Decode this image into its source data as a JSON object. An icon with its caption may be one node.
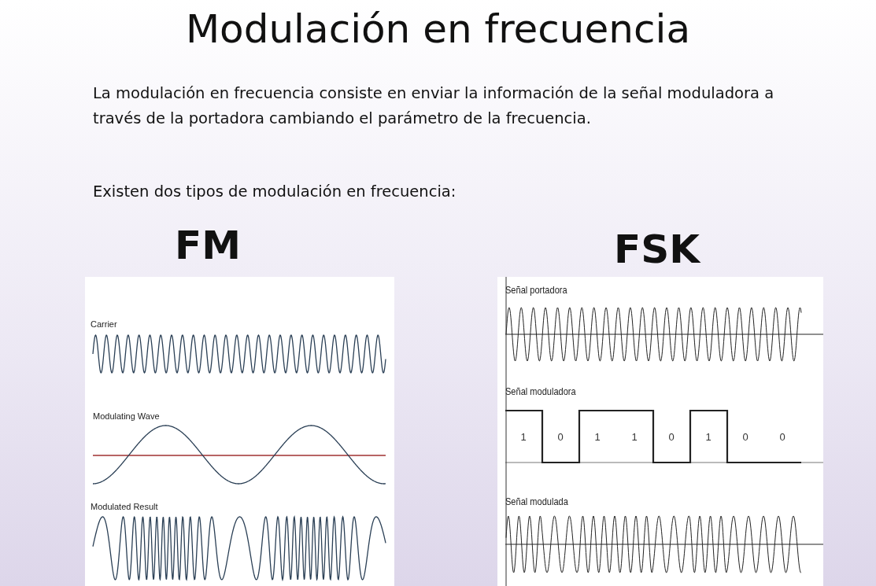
{
  "diagram": {
    "title": "Modulación en frecuencia",
    "labels": [
      "La modulación en frecuencia consiste en enviar la información de la señal moduladora a través de la portadora  cambiando el parámetro de la frecuencia.",
      "Existen dos tipos de modulación en frecuencia:",
      "FM",
      "FSK",
      "Carrier",
      "Modulating Wave",
      "Modulated Result",
      "Señal portadora",
      "Señal moduladora",
      "1",
      "0",
      "1",
      "1",
      "0",
      "1",
      "0",
      "0",
      "Señal modulada"
    ]
  }
}
